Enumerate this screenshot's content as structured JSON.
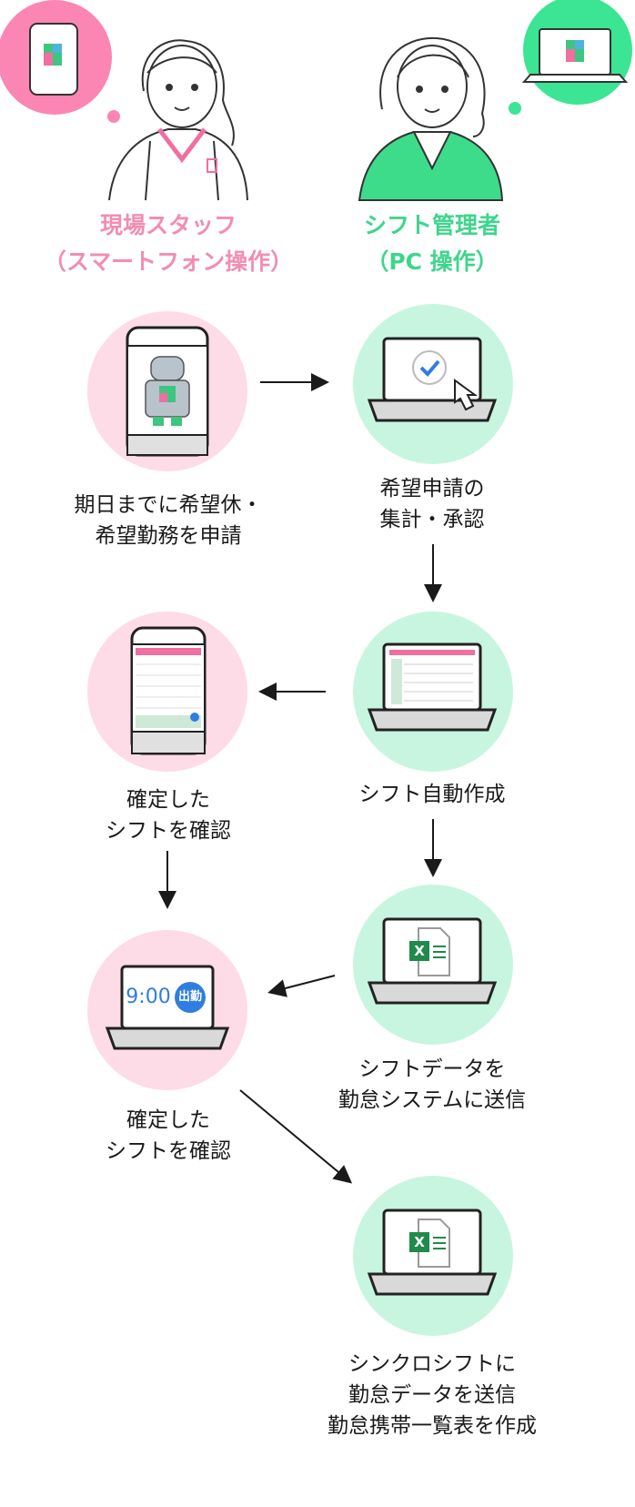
{
  "roles": {
    "staff": {
      "line1": "現場スタッフ",
      "line2": "（スマートフォン操作）",
      "color": "#f28db2"
    },
    "admin": {
      "line1": "シフト管理者",
      "line2": "（PC 操作）",
      "color": "#3ed58c"
    }
  },
  "colors": {
    "pink_circle": "#fddbe7",
    "green_circle": "#c8f5df",
    "pink_bubble": "#fb86b3",
    "green_bubble": "#3ce593",
    "clock_text": "#2f7de1",
    "badge": "#2f7de1",
    "excel": "#1f8a4c"
  },
  "steps": [
    {
      "lines": [
        "期日までに希望休・",
        "希望勤務を申請"
      ],
      "icon": "phone-robot-icon"
    },
    {
      "lines": [
        "希望申請の",
        "集計・承認"
      ],
      "icon": "laptop-check-icon"
    },
    {
      "lines": [
        "シフト自動作成"
      ],
      "icon": "laptop-calendar-icon"
    },
    {
      "lines": [
        "確定した",
        "シフトを確認"
      ],
      "icon": "phone-calendar-icon"
    },
    {
      "lines": [
        "シフトデータを",
        "勤怠システムに送信"
      ],
      "icon": "laptop-excel-icon"
    },
    {
      "lines": [
        "確定した",
        "シフトを確認"
      ],
      "icon": "laptop-clock-icon"
    },
    {
      "lines": [
        "シンクロシフトに",
        "勤怠データを送信",
        "勤怠携帯一覧表を作成"
      ],
      "icon": "laptop-excel-icon"
    }
  ],
  "clock": {
    "time": "9:00",
    "badge": "出勤"
  },
  "excel_letter": "X"
}
